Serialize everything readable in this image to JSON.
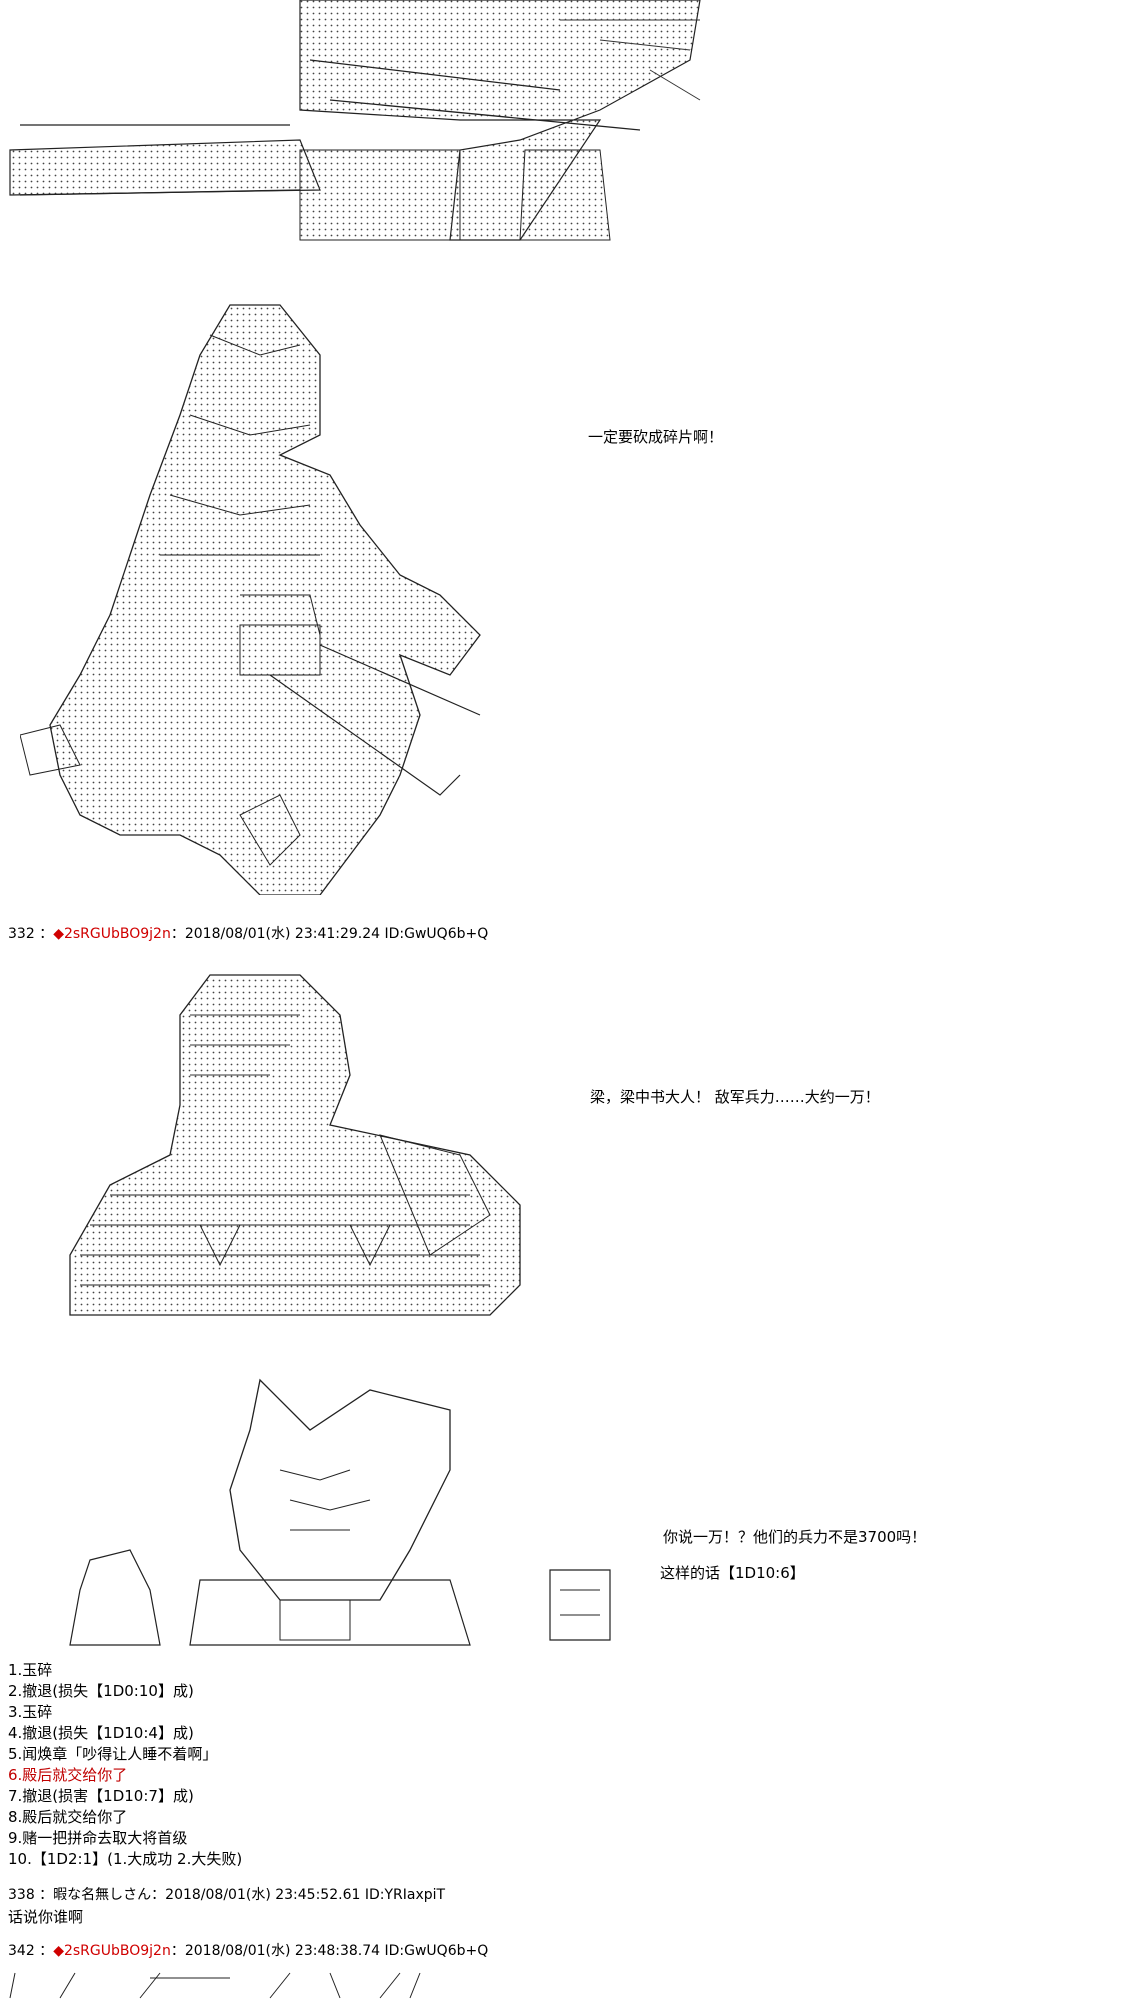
{
  "art1": {
    "dialog": "一定要砍成碎片啊！"
  },
  "post332": {
    "number": "332",
    "sep": "：",
    "diamond": "◆",
    "trip": "2sRGUbBO9j2n",
    "rest": "：2018/08/01(水) 23:41:29.24 ID:GwUQ6b+Q",
    "dialog1": "梁，梁中书大人！  敌军兵力……大约一万！",
    "dialog2": "你说一万！？他们的兵力不是3700吗！",
    "dialog3": "这样的话【1D10:6】"
  },
  "options": [
    "1.玉碎",
    "2.撤退(损失【1D0:10】成)",
    "3.玉碎",
    "4.撤退(损失【1D10:4】成)",
    "5.闻焕章「吵得让人睡不着啊」",
    "6.殿后就交给你了",
    "7.撤退(损害【1D10:7】成)",
    "8.殿后就交给你了",
    "9.赌一把拼命去取大将首级",
    "10.【1D2:1】(1.大成功 2.大失败)"
  ],
  "highlight_color": "#c00000",
  "post338": {
    "header": "338 ：暇な名無しさん：2018/08/01(水) 23:45:52.61 ID:YRIaxpiT",
    "body": "话说你谁啊"
  },
  "post342": {
    "number": "342",
    "sep": "：",
    "diamond": "◆",
    "trip": "2sRGUbBO9j2n",
    "rest": "：2018/08/01(水) 23:48:38.74 ID:GwUQ6b+Q"
  }
}
